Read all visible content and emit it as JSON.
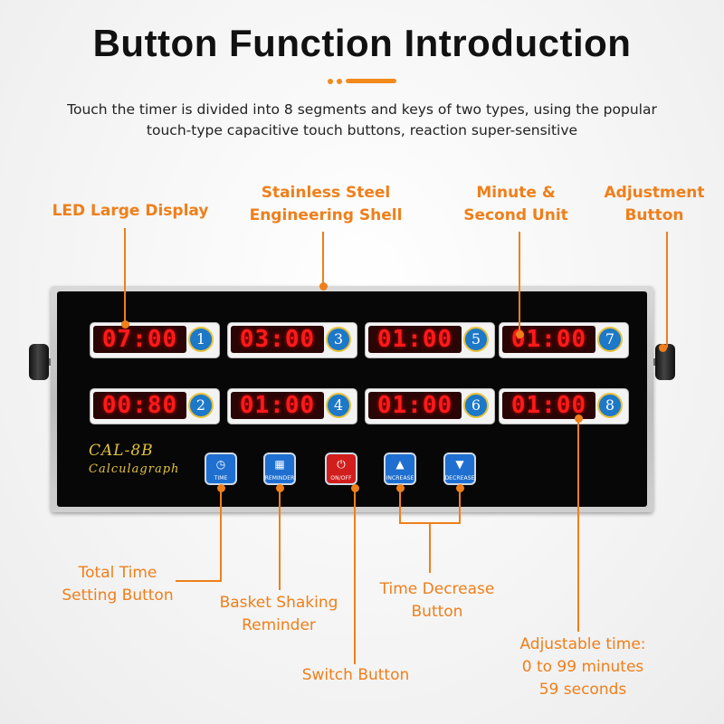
{
  "header": {
    "title": "Button Function Introduction",
    "subtitle_line1": "Touch the timer is divided into 8 segments and keys of two types, using the popular",
    "subtitle_line2": "touch-type capacitive touch buttons, reaction super-sensitive"
  },
  "callouts": {
    "led_display": "LED Large Display",
    "shell_line1": "Stainless Steel",
    "shell_line2": "Engineering Shell",
    "unit_line1": "Minute &",
    "unit_line2": "Second Unit",
    "adjust_line1": "Adjustment",
    "adjust_line2": "Button",
    "total_time_line1": "Total Time",
    "total_time_line2": "Setting Button",
    "basket_line1": "Basket Shaking",
    "basket_line2": "Reminder",
    "switch": "Switch Button",
    "decrease_line1": "Time Decrease",
    "decrease_line2": "Button",
    "adjustable_line1": "Adjustable time:",
    "adjustable_line2": "0 to 99 minutes",
    "adjustable_line3": "59 seconds"
  },
  "device": {
    "model": "CAL-8B",
    "name": "Calculagraph",
    "timers": [
      {
        "display": "07:00",
        "number": "1"
      },
      {
        "display": "03:00",
        "number": "3"
      },
      {
        "display": "01:00",
        "number": "5"
      },
      {
        "display": "01:00",
        "number": "7"
      },
      {
        "display": "00:80",
        "number": "2"
      },
      {
        "display": "01:00",
        "number": "4"
      },
      {
        "display": "01:00",
        "number": "6"
      },
      {
        "display": "01:00",
        "number": "8"
      }
    ],
    "keys": {
      "time": "TIME",
      "reminder": "REMINDER",
      "onoff": "ON/OFF",
      "increase": "INCREASE",
      "decrease": "DECREASE"
    }
  },
  "colors": {
    "accent": "#ef7f1a",
    "led": "#ff1a1a",
    "key_blue": "#1f6fd0",
    "key_red": "#d21d1d",
    "brand_gold": "#e2c23c"
  }
}
